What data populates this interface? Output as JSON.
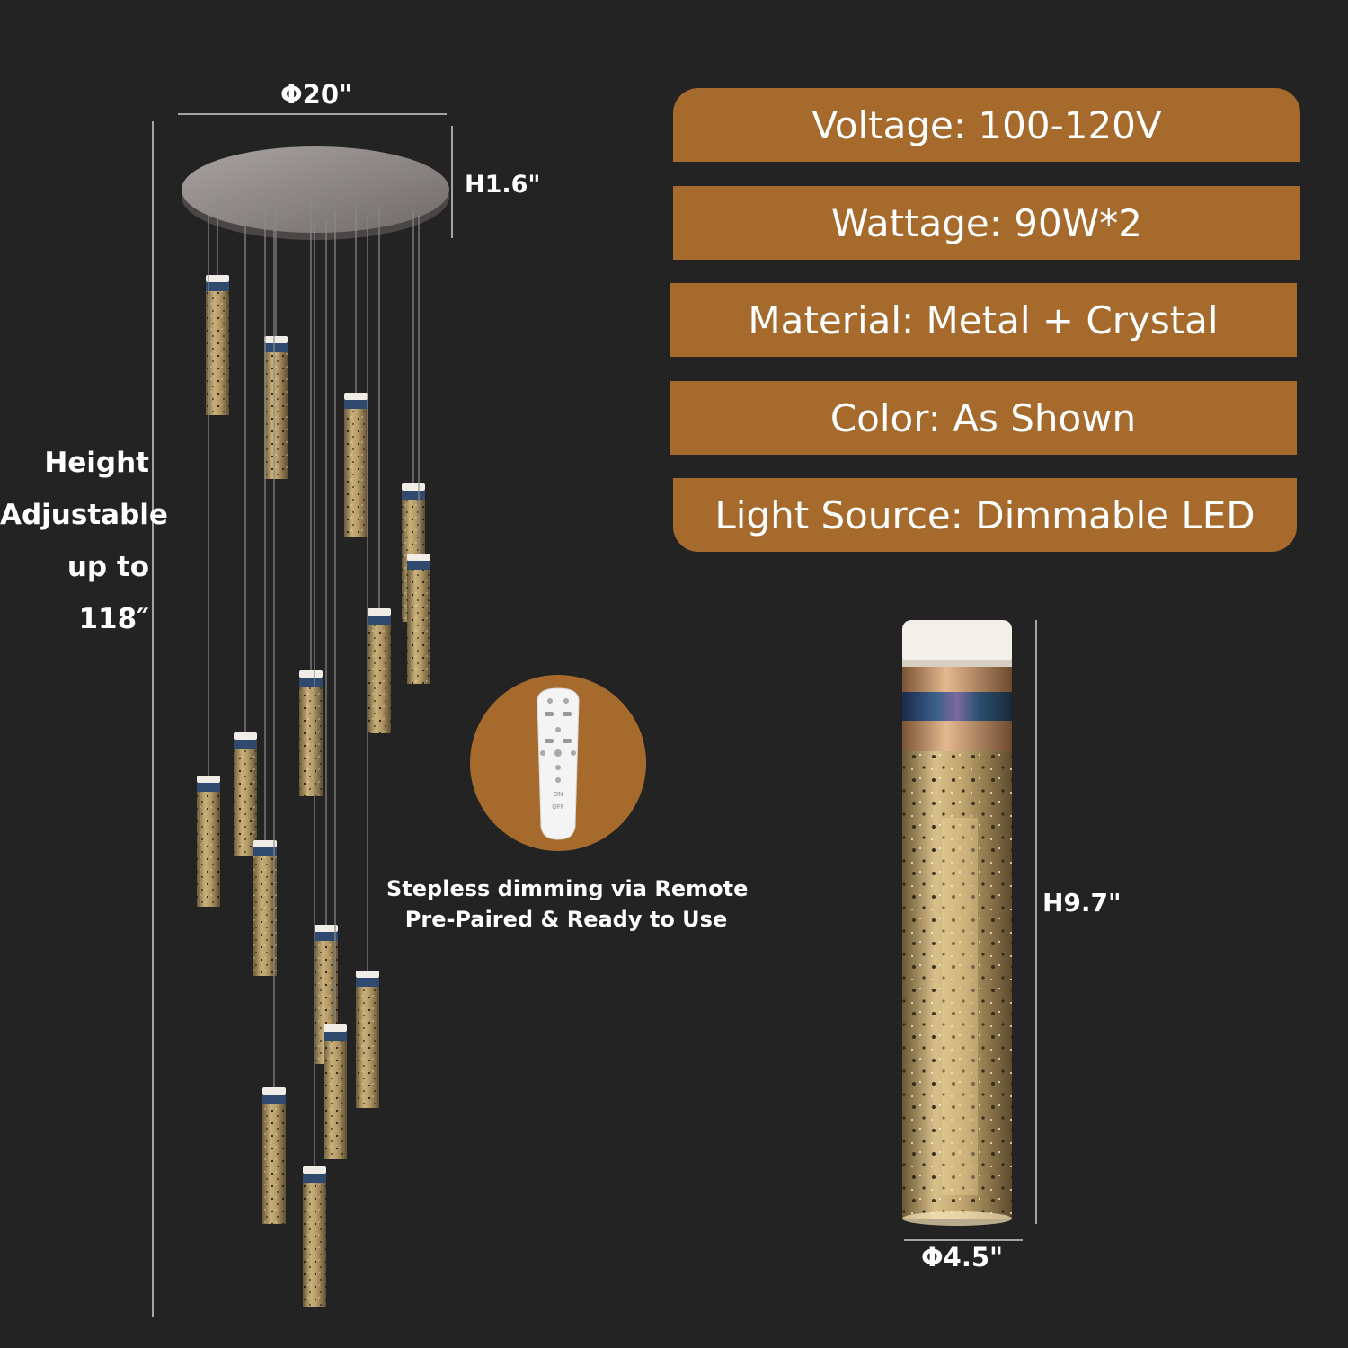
{
  "dimensions": {
    "canopy_diameter": "Φ20\"",
    "canopy_height": "H1.6\"",
    "height_label": [
      "Height",
      "Adjustable",
      "up to 118″"
    ],
    "pendant_height": "H9.7\"",
    "pendant_diameter": "Φ4.5\""
  },
  "specs": [
    {
      "label": "Voltage: 100-120V"
    },
    {
      "label": "Wattage:  90W*2"
    },
    {
      "label": "Material: Metal + Crystal"
    },
    {
      "label": "Color: As Shown"
    },
    {
      "label": "Light Source:  Dimmable LED"
    }
  ],
  "remote": {
    "caption_line1": "Stepless dimming via Remote",
    "caption_line2": "Pre-Paired & Ready to Use",
    "buttons": [
      "ON",
      "OFF"
    ]
  },
  "colors": {
    "background": "#232323",
    "accent": "#a66a2c",
    "text": "#ffffff"
  }
}
